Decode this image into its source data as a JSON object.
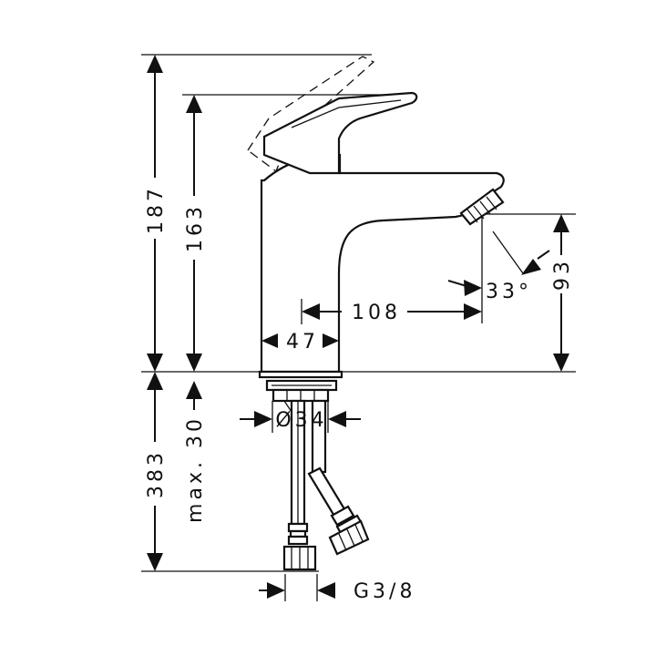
{
  "dimensions": {
    "total_height": "187",
    "body_height": "163",
    "spout_height": "93",
    "spout_reach": "108",
    "spout_angle": "33°",
    "base_width": "47",
    "hole_diameter": "Ø34",
    "max_thickness": "max. 30",
    "hose_length": "383",
    "connection": "G3/8"
  }
}
